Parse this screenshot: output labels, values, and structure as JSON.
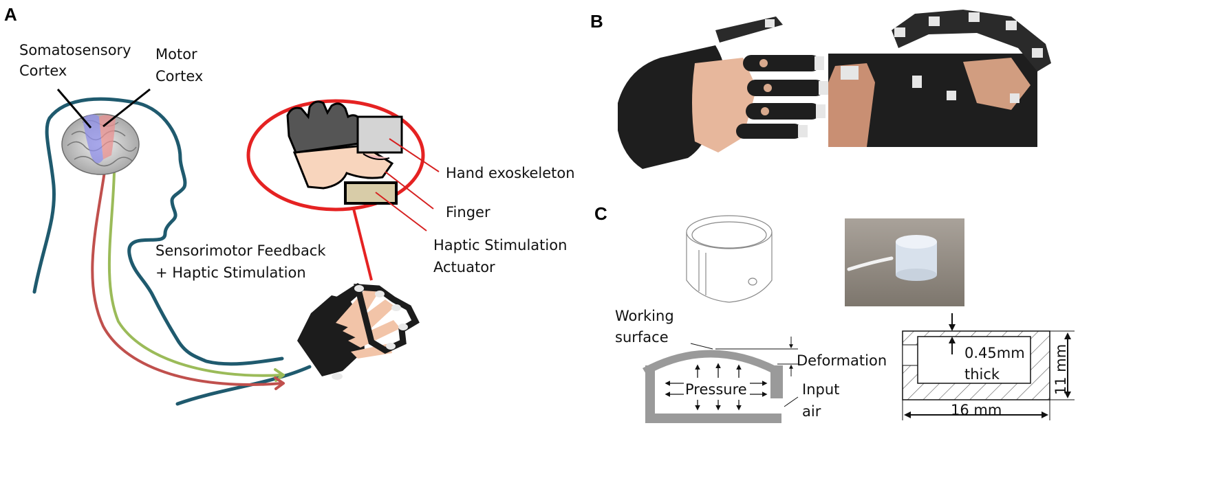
{
  "panels": {
    "a": "A",
    "b": "B",
    "c": "C"
  },
  "panel_a": {
    "somato_line1": "Somatosensory",
    "somato_line2": "Cortex",
    "motor_line1": "Motor",
    "motor_line2": "Cortex",
    "feedback_line1": "Sensorimotor Feedback",
    "feedback_line2": "+ Haptic Stimulation",
    "inset_exo": "Hand exoskeleton",
    "inset_finger": "Finger",
    "inset_actuator_line1": "Haptic Stimulation",
    "inset_actuator_line2": "Actuator"
  },
  "panel_c": {
    "working_line1": "Working",
    "working_line2": "surface",
    "deformation": "Deformation",
    "pressure": "Pressure",
    "input_line1": "Input",
    "input_line2": "air",
    "thick_line1": "0.45mm",
    "thick_line2": "thick",
    "dim_height": "11 mm",
    "dim_width": "16 mm"
  },
  "colors": {
    "head_outline": "#1f5a6e",
    "nerve_red": "#c0504d",
    "nerve_green": "#9bbb59",
    "inset_ellipse": "#e52222",
    "leader_red": "#d62020",
    "actuator_fill": "#d8cca8",
    "skin": "#f8d5bd",
    "glove": "#1c1c1c",
    "gray_part": "#9a9a9a"
  }
}
